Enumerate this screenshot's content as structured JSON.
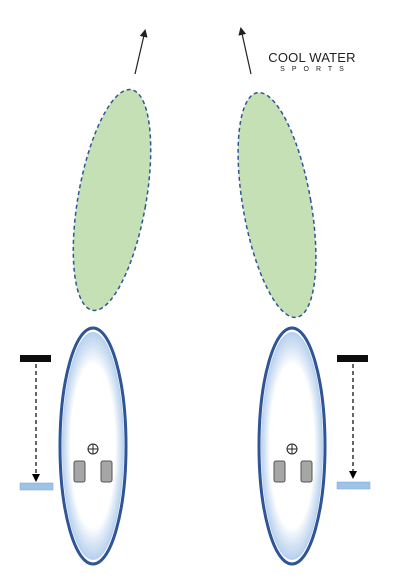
{
  "brand": {
    "line1": "COOL WATER",
    "line2": "SPORTS"
  },
  "colors": {
    "sail_fill": "#c5e0b4",
    "sail_outline": "#2f5597",
    "board_outline": "#2f5597",
    "board_glow": "#c9dcf2",
    "foot_pad": "#a6a6a6",
    "top_bar": "#0d0d0d",
    "bottom_bar": "#9dc3e6",
    "arrow": "#222222"
  },
  "icons": {
    "mast_base": "crosshair-circle-icon",
    "wind_arrow": "arrow-icon"
  },
  "setups": [
    {
      "id": "left"
    },
    {
      "id": "right"
    }
  ]
}
